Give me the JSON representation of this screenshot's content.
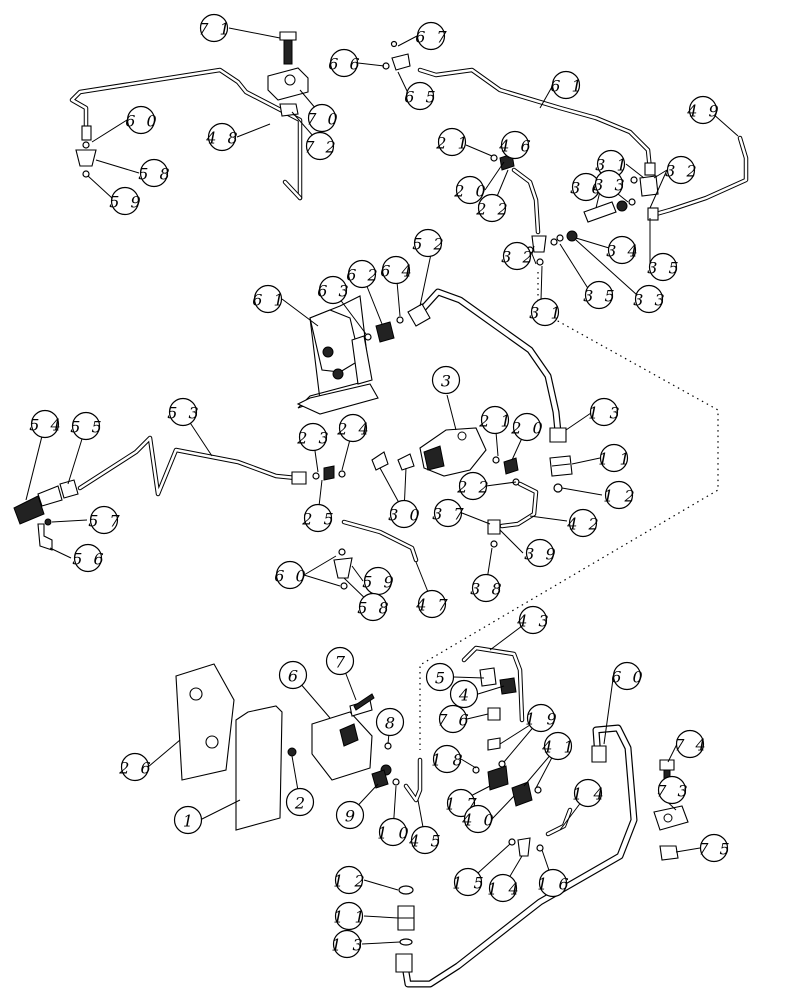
{
  "callouts": [
    {
      "label": "7 1"
    },
    {
      "label": "6 7"
    },
    {
      "label": "6 6"
    },
    {
      "label": "6 5"
    },
    {
      "label": "7 0"
    },
    {
      "label": "7 2"
    },
    {
      "label": "6 0"
    },
    {
      "label": "5 8"
    },
    {
      "label": "5 9"
    },
    {
      "label": "4 8"
    },
    {
      "label": "6 1"
    },
    {
      "label": "4 9"
    },
    {
      "label": "2 1"
    },
    {
      "label": "4 6"
    },
    {
      "label": "3 1"
    },
    {
      "label": "3 2"
    },
    {
      "label": "2 0"
    },
    {
      "label": "2 2"
    },
    {
      "label": "3 6"
    },
    {
      "label": "3 3"
    },
    {
      "label": "3 4"
    },
    {
      "label": "3 5"
    },
    {
      "label": "3 2"
    },
    {
      "label": "3 1"
    },
    {
      "label": "3 5"
    },
    {
      "label": "3 3"
    },
    {
      "label": "5 2"
    },
    {
      "label": "6 1"
    },
    {
      "label": "6 3"
    },
    {
      "label": "6 2"
    },
    {
      "label": "6 4"
    },
    {
      "label": "3"
    },
    {
      "label": "1 3"
    },
    {
      "label": "1 1"
    },
    {
      "label": "1 2"
    },
    {
      "label": "5 4"
    },
    {
      "label": "5 5"
    },
    {
      "label": "5 3"
    },
    {
      "label": "2 3"
    },
    {
      "label": "2 4"
    },
    {
      "label": "2 5"
    },
    {
      "label": "2 1"
    },
    {
      "label": "2 0"
    },
    {
      "label": "2 2"
    },
    {
      "label": "3 0"
    },
    {
      "label": "5 7"
    },
    {
      "label": "5 6"
    },
    {
      "label": "3 7"
    },
    {
      "label": "4 2"
    },
    {
      "label": "3 9"
    },
    {
      "label": "3 8"
    },
    {
      "label": "6 0"
    },
    {
      "label": "5 9"
    },
    {
      "label": "5 8"
    },
    {
      "label": "4 7"
    },
    {
      "label": "4 3"
    },
    {
      "label": "7"
    },
    {
      "label": "6"
    },
    {
      "label": "5"
    },
    {
      "label": "4"
    },
    {
      "label": "6 0"
    },
    {
      "label": "7 6"
    },
    {
      "label": "1 9"
    },
    {
      "label": "1 8"
    },
    {
      "label": "4 1"
    },
    {
      "label": "2 6"
    },
    {
      "label": "8"
    },
    {
      "label": "1 7"
    },
    {
      "label": "4 0"
    },
    {
      "label": "7 4"
    },
    {
      "label": "7 3"
    },
    {
      "label": "1"
    },
    {
      "label": "2"
    },
    {
      "label": "9"
    },
    {
      "label": "1 0"
    },
    {
      "label": "4 5"
    },
    {
      "label": "1 4"
    },
    {
      "label": "1 5"
    },
    {
      "label": "1 4"
    },
    {
      "label": "1 6"
    },
    {
      "label": "7 5"
    },
    {
      "label": "1 2"
    },
    {
      "label": "1 1"
    },
    {
      "label": "1 3"
    }
  ]
}
